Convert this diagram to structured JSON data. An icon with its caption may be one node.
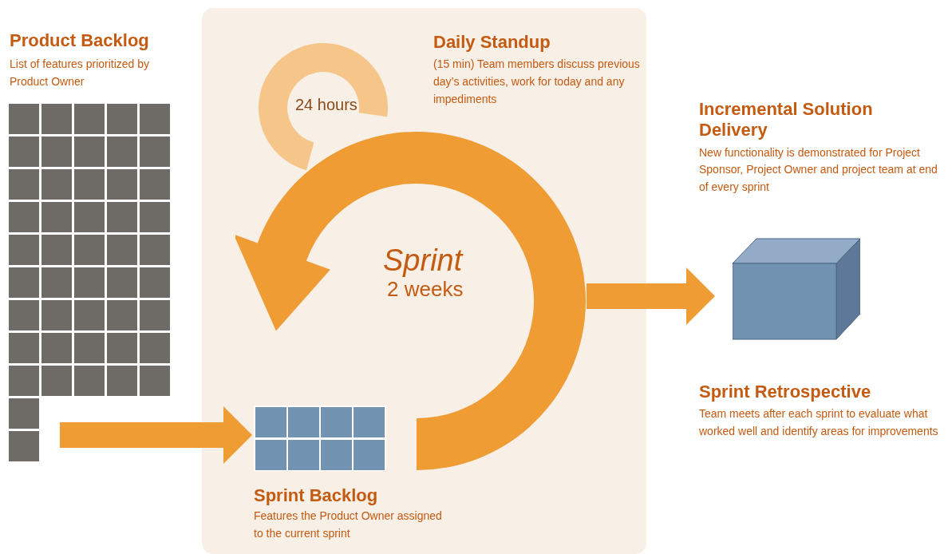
{
  "diagram": {
    "nodes": [
      {
        "text": [
          "Product Backlog",
          "List of features prioritized by Product Owner"
        ]
      },
      {
        "text": [
          "Sprint Backlog",
          "Features the Product Owner assigned to the current sprint"
        ]
      },
      {
        "text": [
          "24 hours"
        ],
        "beside": [
          "Daily Standup",
          "(15 min) Team members discuss previous day’s activities, work for today and any impediments"
        ]
      },
      {
        "text": [
          "Sprint",
          "2 weeks"
        ]
      },
      {
        "text": [],
        "shape": "cube",
        "beside": [
          "Incremental Solution Delivery",
          "New functionality is demonstrated for Project Sponsor, Project Owner and project team at end of every sprint"
        ]
      }
    ],
    "edges": [
      {
        "from": 0,
        "to": 1,
        "arrow": "to"
      },
      {
        "from": 3,
        "to": 4,
        "arrow": "to"
      }
    ],
    "labels": [
      "Sprint Retrospective",
      "Team meets after each sprint to evaluate what worked well and identify areas for improvements"
    ]
  }
}
